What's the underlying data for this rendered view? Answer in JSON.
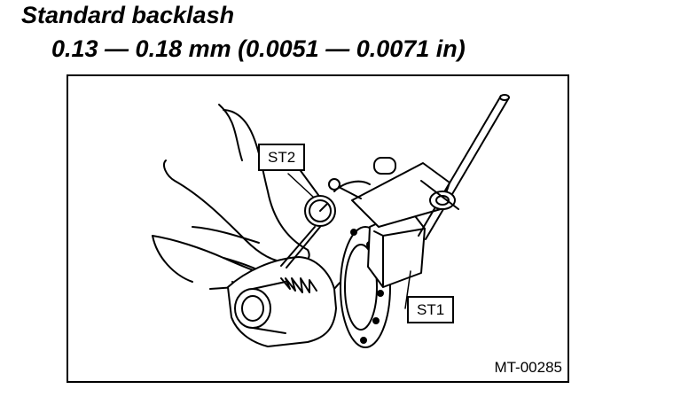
{
  "heading": {
    "title": "Standard backlash",
    "spec": "0.13 — 0.18 mm (0.0051 — 0.0071 in)"
  },
  "figure": {
    "callouts": {
      "st2": "ST2",
      "st1": "ST1"
    },
    "code": "MT-00285"
  }
}
